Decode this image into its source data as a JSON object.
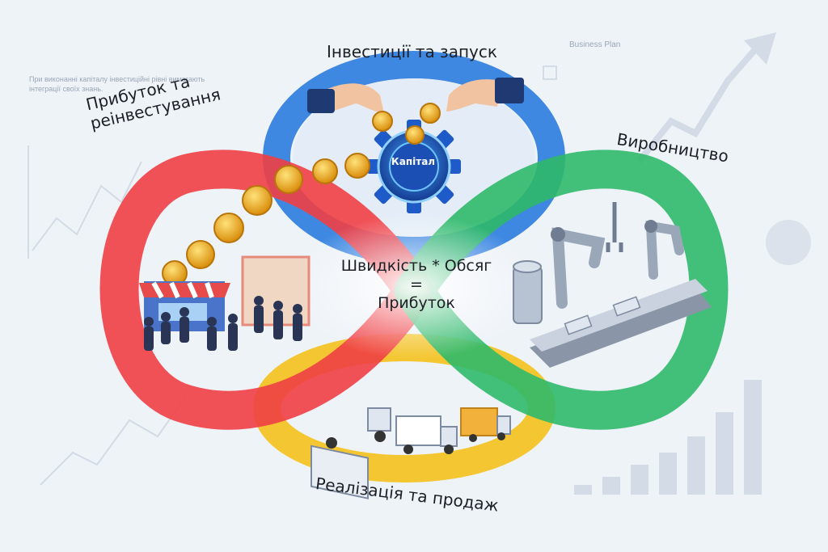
{
  "diagram": {
    "stage_investment": "Інвестиції та запуск",
    "stage_profit_line1": "Прибуток та",
    "stage_profit_line2": "реінвестування",
    "stage_production": "Виробництво",
    "stage_sales": "Реалізація та продаж",
    "core_label": "Капітал",
    "formula_line1": "Швидкість * Обсяг",
    "formula_line2": "=",
    "formula_line3": "Прибуток"
  },
  "background": {
    "plan_title": "Business Plan",
    "top_note": "При виконанні капіталу інвестиційні рівні вимагають інтеграції своїх знань."
  },
  "colors": {
    "loop_red": "#ef3f45",
    "loop_green": "#2fb96a",
    "loop_blue": "#2f7fe0",
    "loop_yellow": "#f4c21f",
    "coin_gold": "#f2b51c",
    "background": "#eef3f8"
  },
  "icons": {
    "core": "gear-icon",
    "coins": "coin-icon",
    "hands": "hand-icon",
    "production": "robot-arm-icon",
    "sales": "delivery-truck-icon",
    "market": "market-stall-icon"
  }
}
